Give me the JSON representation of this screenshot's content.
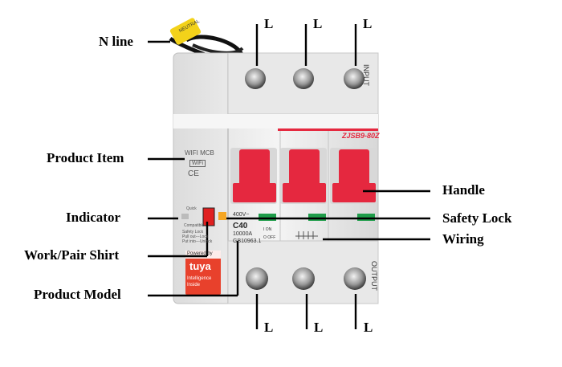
{
  "callouts": {
    "n_line": "N line",
    "product_item": "Product Item",
    "indicator": "Indicator",
    "work_pair_switch": "Work/Pair Shirt",
    "product_model": "Product Model",
    "handle": "Handle",
    "safety_lock": "Safety Lock",
    "wiring": "Wiring"
  },
  "terminal_labels": {
    "top": [
      "L",
      "L",
      "L"
    ],
    "bottom": [
      "L",
      "L",
      "L"
    ]
  },
  "device": {
    "input_label": "INPUT",
    "output_label": "OUTPUT",
    "model_code": "ZJSB9-80Z",
    "wifi_mcb": "WIFI MCB",
    "wifi_badge": "WiFi",
    "ce_mark": "CE",
    "quick": "Quick",
    "compatible": "Compatible",
    "safety_lock_text": "Safety Lock",
    "pull_out_lock": "Pull out---Lock",
    "put_into_unlock": "Put into---Unlock",
    "voltage": "400V~",
    "rating": "C40",
    "breaking_capacity": "10000A",
    "standard": "GB10963.1",
    "on_text": "I ON",
    "off_text": "O OFF",
    "powered_by": "Powered by",
    "tuya": "tuya",
    "intelligence": "Intelligence",
    "inside": "Inside",
    "wire_tag": "NEUTRAL"
  },
  "colors": {
    "handle_red": "#e5283f",
    "indicator_green": "#1f9d4a",
    "switch_red": "#e02020",
    "lock_orange": "#f5a623",
    "tag_yellow": "#f3d21a",
    "tuya_red": "#e8412c",
    "body_white": "#ededed"
  }
}
